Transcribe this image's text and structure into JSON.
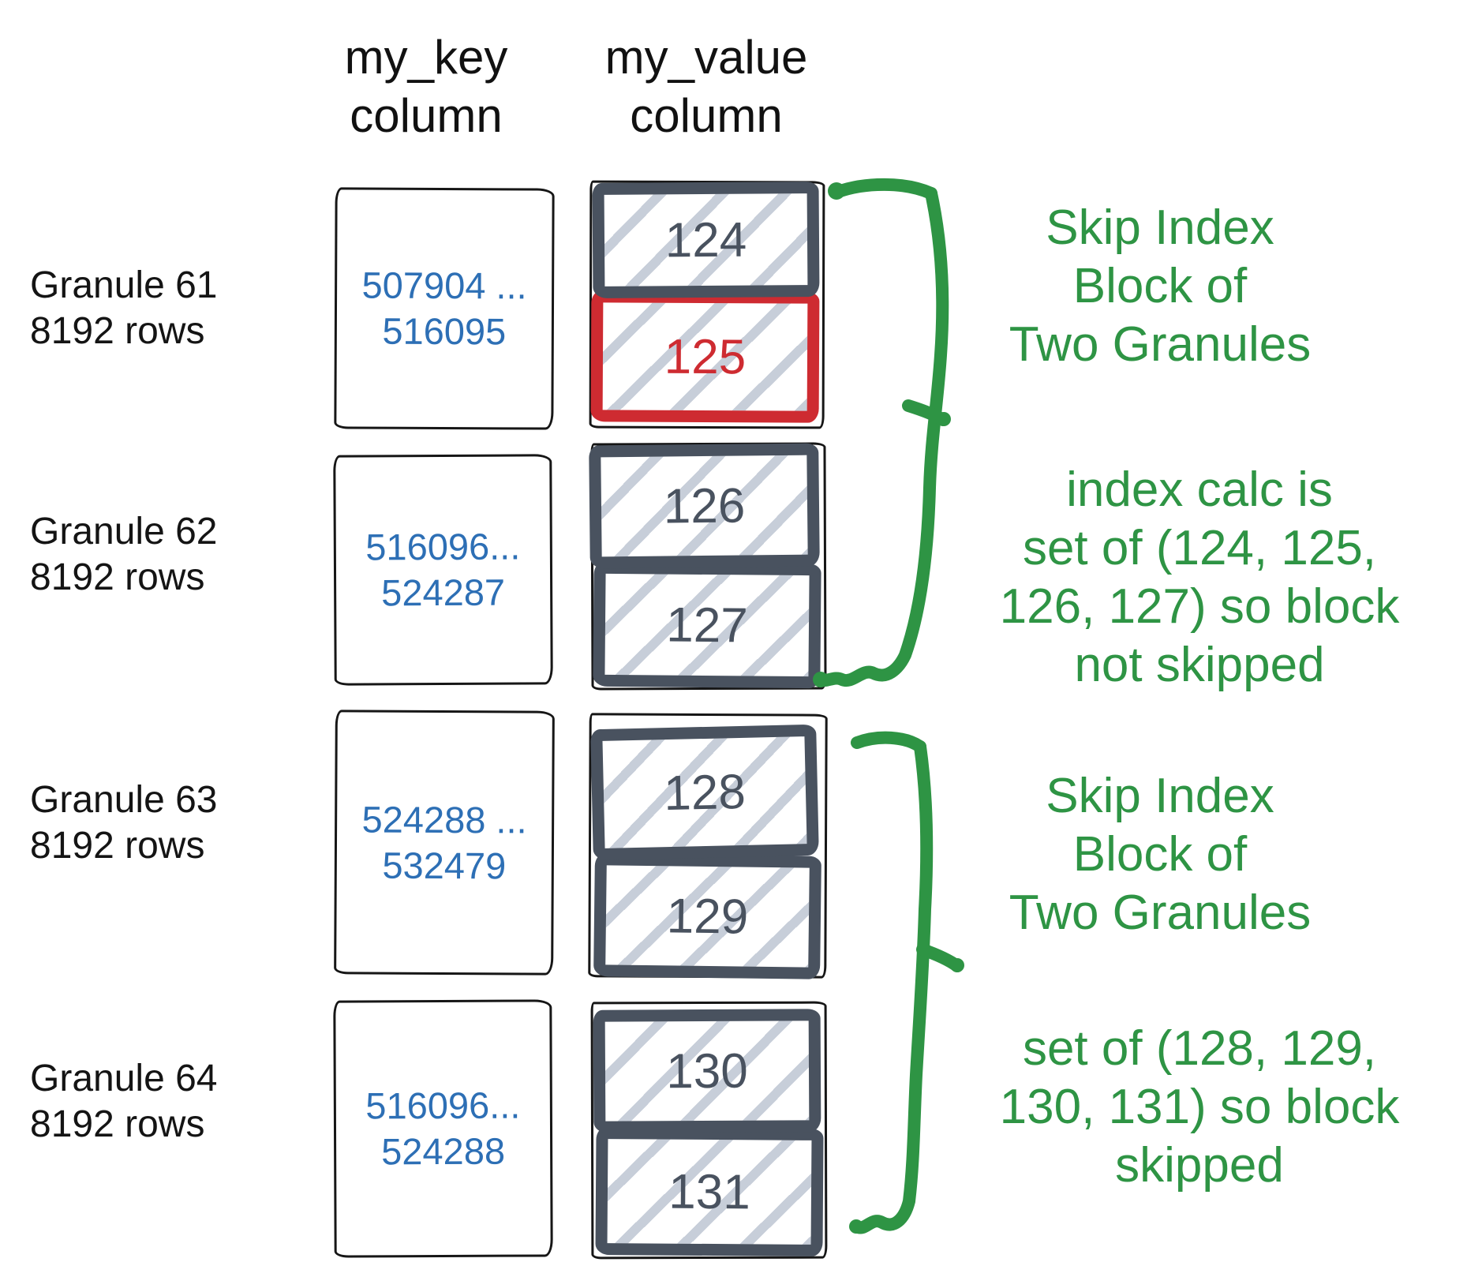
{
  "colors": {
    "green": "#2e9444",
    "blue": "#2d6fb5",
    "red": "#ce2b31",
    "slate": "#49525f",
    "hatch": "#c7ced9",
    "black": "#161616"
  },
  "headers": {
    "key": "my_key\ncolumn",
    "value": "my_value\ncolumn"
  },
  "granules": [
    {
      "label": "Granule 61\n8192 rows",
      "key_range": "507904 ...\n516095",
      "values": [
        "124",
        "125"
      ]
    },
    {
      "label": "Granule 62\n8192 rows",
      "key_range": "516096...\n524287",
      "values": [
        "126",
        "127"
      ]
    },
    {
      "label": "Granule 63\n8192 rows",
      "key_range": "524288 ...\n532479",
      "values": [
        "128",
        "129"
      ]
    },
    {
      "label": "Granule 64\n8192 rows",
      "key_range": "516096...\n524288",
      "values": [
        "130",
        "131"
      ]
    }
  ],
  "highlighted_value": "125",
  "annotations": [
    {
      "text": "Skip Index\nBlock of\nTwo Granules"
    },
    {
      "text": "index calc is\nset of (124, 125,\n126, 127) so block\nnot skipped"
    },
    {
      "text": "Skip Index\nBlock of\nTwo Granules"
    },
    {
      "text": "set of (128, 129,\n130, 131) so block\nskipped"
    }
  ]
}
